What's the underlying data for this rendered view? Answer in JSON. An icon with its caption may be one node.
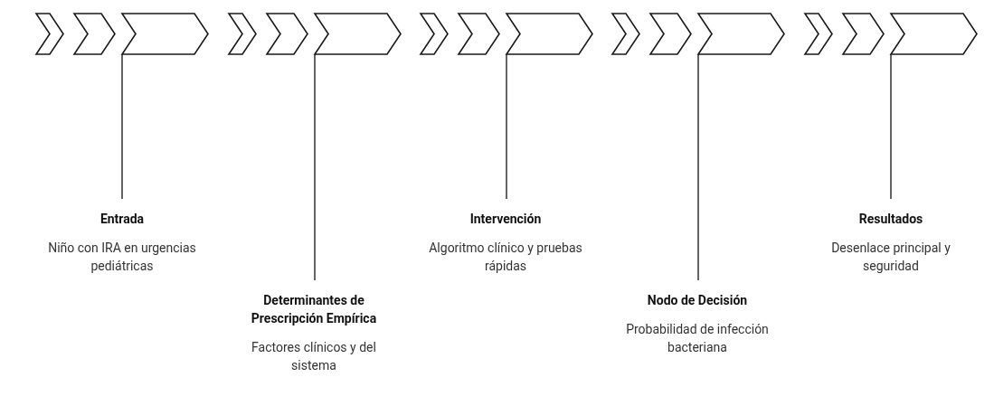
{
  "diagram": {
    "nodes": [
      {
        "text": [],
        "shape": "chevron"
      },
      {
        "text": [],
        "shape": "chevron"
      },
      {
        "text": [],
        "shape": "chevron"
      },
      {
        "text": [],
        "shape": "chevron"
      },
      {
        "text": [],
        "shape": "chevron"
      },
      {
        "text": [],
        "shape": "chevron"
      },
      {
        "text": [],
        "shape": "chevron"
      },
      {
        "text": [],
        "shape": "chevron"
      },
      {
        "text": [],
        "shape": "chevron"
      },
      {
        "text": [],
        "shape": "chevron"
      },
      {
        "text": [],
        "shape": "chevron"
      },
      {
        "text": [],
        "shape": "chevron"
      },
      {
        "text": [],
        "shape": "chevron"
      },
      {
        "text": [],
        "shape": "chevron"
      },
      {
        "text": [],
        "shape": "chevron"
      },
      {
        "text": [
          "Entrada",
          "Niño con IRA en urgencias pediátricas"
        ]
      },
      {
        "text": [
          "Determinantes de Prescripción Empírica",
          "Factores clínicos y del sistema"
        ]
      },
      {
        "text": [
          "Intervención",
          "Algoritmo clínico y pruebas rápidas"
        ]
      },
      {
        "text": [
          "Nodo de Decisión",
          "Probabilidad de infección bacteriana"
        ]
      },
      {
        "text": [
          "Resultados",
          "Desenlace principal y seguridad"
        ]
      }
    ],
    "edges": [
      {
        "from": 2,
        "to": 15,
        "arrow": "none"
      },
      {
        "from": 5,
        "to": 16,
        "arrow": "none"
      },
      {
        "from": 8,
        "to": 17,
        "arrow": "none"
      },
      {
        "from": 11,
        "to": 18,
        "arrow": "none"
      },
      {
        "from": 14,
        "to": 19,
        "arrow": "none"
      }
    ]
  }
}
